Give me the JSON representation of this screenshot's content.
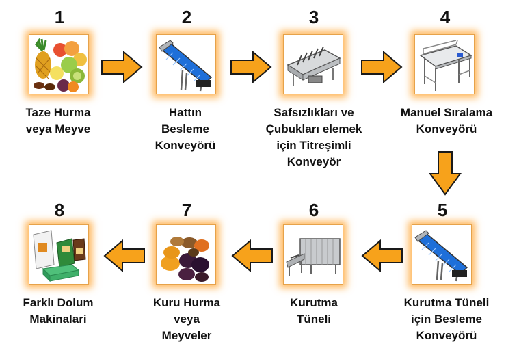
{
  "steps": [
    {
      "number": "1",
      "label_lines": [
        "Taze Hurma",
        "veya Meyve"
      ]
    },
    {
      "number": "2",
      "label_lines": [
        "Hattın",
        "Besleme",
        "Konveyörü"
      ]
    },
    {
      "number": "3",
      "label_lines": [
        "Safsızlıkları ve",
        "Çubukları elemek",
        "için Titreşimli",
        "Konveyör"
      ]
    },
    {
      "number": "4",
      "label_lines": [
        "Manuel Sıralama",
        "Konveyörü"
      ]
    },
    {
      "number": "5",
      "label_lines": [
        "Kurutma Tüneli",
        "için Besleme",
        "Konveyörü"
      ]
    },
    {
      "number": "6",
      "label_lines": [
        "Kurutma",
        "Tüneli"
      ]
    },
    {
      "number": "7",
      "label_lines": [
        "Kuru Hurma",
        "veya",
        "Meyveler"
      ]
    },
    {
      "number": "8",
      "label_lines": [
        "Farklı Dolum",
        "Makinalari"
      ]
    }
  ],
  "colors": {
    "arrow": "#f7a21b",
    "arrow_outline": "#1a1a1a",
    "glow": "#ffa028"
  },
  "icons": [
    "fresh-fruit-icon",
    "incline-conveyor-icon",
    "vibrating-conveyor-icon",
    "sorting-conveyor-icon",
    "incline-conveyor-icon",
    "drying-tunnel-icon",
    "dried-fruit-icon",
    "filling-packages-icon"
  ]
}
